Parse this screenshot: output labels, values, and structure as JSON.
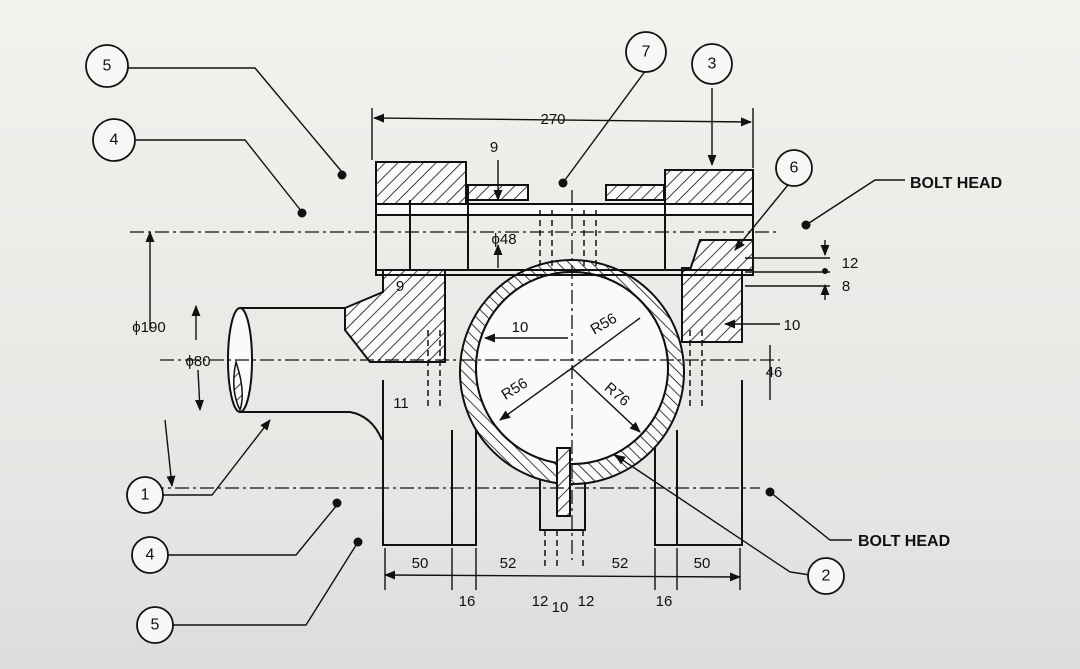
{
  "labels": {
    "bolt_head_top": "BOLT HEAD",
    "bolt_head_bottom": "BOLT HEAD"
  },
  "balloons": {
    "b5_top": "5",
    "b4_top": "4",
    "b7": "7",
    "b3": "3",
    "b6": "6",
    "b1": "1",
    "b4_bottom": "4",
    "b5_bottom": "5",
    "b2": "2"
  },
  "dimensions": {
    "overall_width": "270",
    "nine_top": "9",
    "phi48": "ϕ48",
    "twelve_right": "12",
    "eight_right": "8",
    "phi190": "ϕ190",
    "phi80": "ϕ80",
    "nine_left": "9",
    "ten_center": "10",
    "r56_top": "R56",
    "ten_right": "10",
    "r56_left": "R56",
    "r76": "R76",
    "forty_six": "46",
    "eleven": "11",
    "fifty_left": "50",
    "fifty_two_left": "52",
    "fifty_two_right": "52",
    "fifty_right": "50",
    "sixteen_left": "16",
    "twelve_left_bottom": "12",
    "ten_bottom": "10",
    "twelve_right_bottom": "12",
    "sixteen_right": "16"
  }
}
